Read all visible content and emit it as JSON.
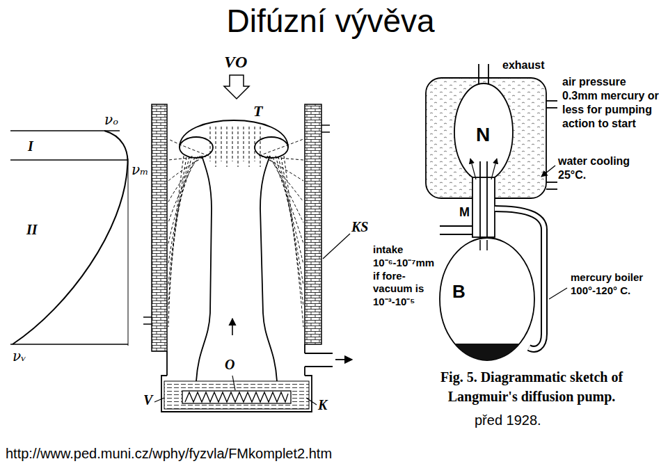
{
  "diagram": {
    "title": "Difúzní vývěva",
    "caption": "Fig. 5. Diagrammatic sketch of Langmuir's diffusion pump.",
    "labels": [
      "VO",
      "T",
      "νₒ",
      "I",
      "νₘ",
      "II",
      "KS",
      "νᵥ",
      "O",
      "V",
      "K",
      "exhaust",
      "air pressure 0.3mm mercury or less for pumping action to start",
      "N",
      "water cooling 25°C.",
      "M",
      "intake 10⁻⁶-10⁻⁷mm if fore- vacuum is 10⁻³-10⁻⁵",
      "B",
      "mercury boiler 100°-120° C.",
      "před 1928.",
      "http://www.ped.muni.cz/wphy/fyzvla/FMkomplet2.htm"
    ]
  }
}
